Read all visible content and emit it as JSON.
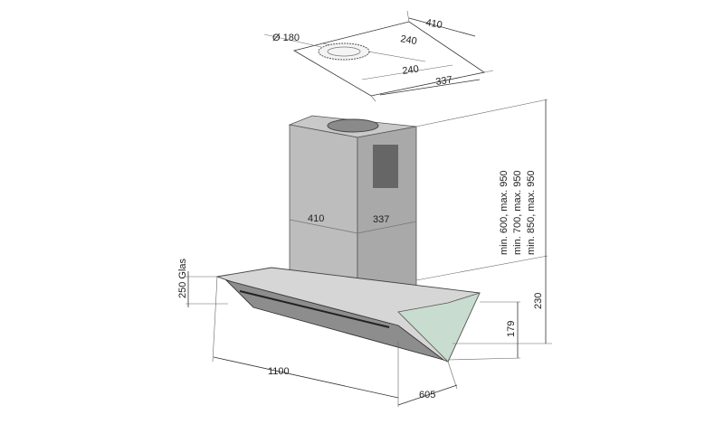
{
  "diagram": {
    "title": "Island range hood dimension drawing",
    "top_plate": {
      "diameter": "Ø 180",
      "width_outer": "410",
      "width_inner_top": "240",
      "width_inner_bottom": "240",
      "depth_outer": "337"
    },
    "chimney": {
      "front_width": "410",
      "side_depth": "337"
    },
    "heights": [
      "min. 600, max. 950",
      "min. 700, max. 950",
      "min. 850, max. 950"
    ],
    "canopy": {
      "glass_height": "250 Glas",
      "total_height": "230",
      "front_height": "179",
      "width": "1100",
      "depth": "605"
    }
  }
}
